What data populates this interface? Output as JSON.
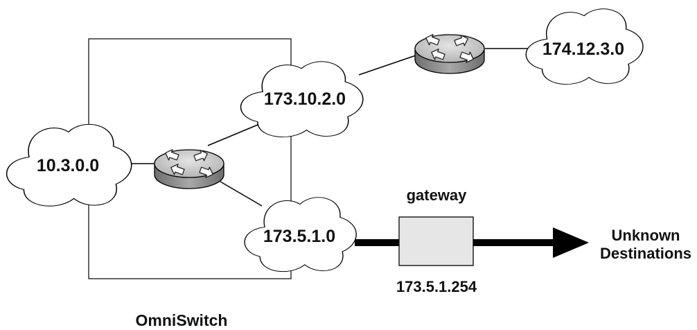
{
  "diagram": {
    "switch_label": "OmniSwitch",
    "networks": {
      "net_10": "10.3.0.0",
      "net_173_10": "173.10.2.0",
      "net_173_5": "173.5.1.0",
      "net_174": "174.12.3.0"
    },
    "gateway": {
      "title": "gateway",
      "address": "173.5.1.254"
    },
    "destination": {
      "line1": "Unknown",
      "line2": "Destinations"
    },
    "colors": {
      "line": "#000000",
      "cloud_fill": "#ffffff",
      "router_top": "#d4d4d4",
      "router_side": "#8c8c8c",
      "gateway_fill": "#e6e6e6"
    }
  }
}
